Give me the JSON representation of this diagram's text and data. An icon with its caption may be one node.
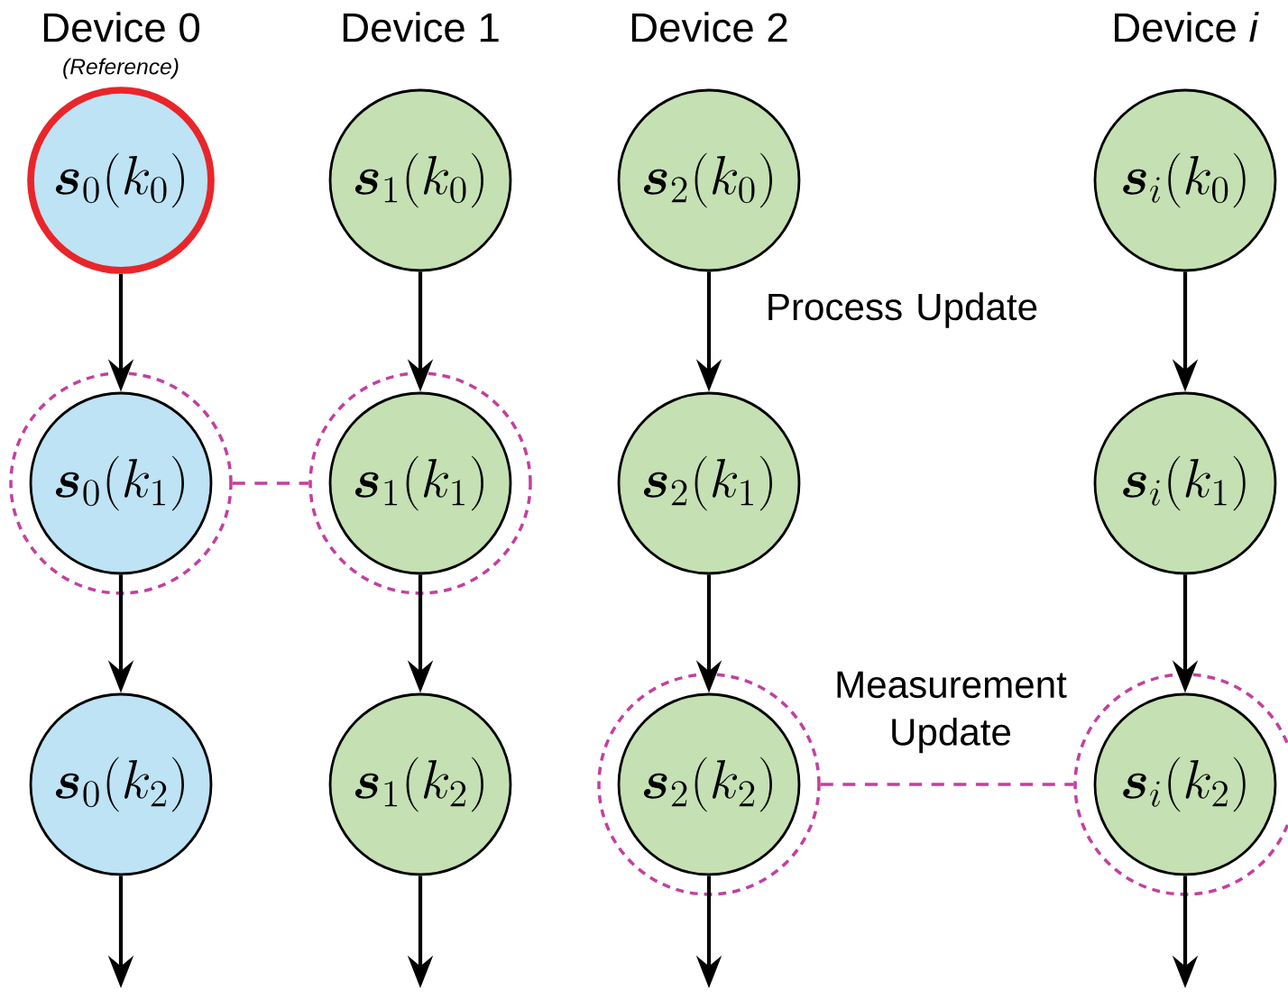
{
  "diagram": {
    "nodes": [
      {
        "text": [
          "\\boldsymbol{s}_0(k_0)"
        ],
        "beside": [
          "(Reference)"
        ]
      },
      {
        "text": [
          "\\boldsymbol{s}_1(k_0)"
        ]
      },
      {
        "text": [
          "\\boldsymbol{s}_2(k_0)"
        ]
      },
      {
        "text": [
          "\\boldsymbol{s}_i(k_0)"
        ]
      },
      {
        "text": [],
        "shape": "circle"
      },
      {
        "text": [
          "\\boldsymbol{s}_0(k_1)"
        ],
        "in": 4
      },
      {
        "text": [],
        "shape": "circle"
      },
      {
        "text": [
          "\\boldsymbol{s}_1(k_1)"
        ],
        "in": 6
      },
      {
        "text": [
          "\\boldsymbol{s}_2(k_1)"
        ]
      },
      {
        "text": [
          "\\boldsymbol{s}_i(k_1)"
        ]
      },
      {
        "text": [
          "\\boldsymbol{s}_0(k_2)"
        ]
      },
      {
        "text": [
          "\\boldsymbol{s}_1(k_2)"
        ]
      },
      {
        "text": [],
        "shape": "circle"
      },
      {
        "text": [
          "\\boldsymbol{s}_2(k_2)"
        ],
        "in": 12
      },
      {
        "text": [],
        "shape": "circle"
      },
      {
        "text": [
          "\\boldsymbol{s}_i(k_2)"
        ],
        "in": 14
      }
    ],
    "edges": [
      {
        "from": 0,
        "to": 5,
        "arrow": "to"
      },
      {
        "from": 5,
        "to": 10,
        "arrow": "to"
      },
      {
        "from": 10,
        "to": null,
        "arrow": "to"
      },
      {
        "from": 1,
        "to": 7,
        "arrow": "to"
      },
      {
        "from": 7,
        "to": 11,
        "arrow": "to"
      },
      {
        "from": 11,
        "to": null,
        "arrow": "to"
      },
      {
        "from": 2,
        "to": 8,
        "arrow": "to",
        "label": "Process Update"
      },
      {
        "from": 8,
        "to": 13,
        "arrow": "to"
      },
      {
        "from": 13,
        "to": null,
        "arrow": "to"
      },
      {
        "from": 3,
        "to": 9,
        "arrow": "to"
      },
      {
        "from": 9,
        "to": 15,
        "arrow": "to"
      },
      {
        "from": 15,
        "to": null,
        "arrow": "to"
      },
      {
        "from": 4,
        "to": 6,
        "arrow": "none",
        "style": "dashed",
        "color": "#c2409f"
      },
      {
        "from": 12,
        "to": 14,
        "arrow": "none",
        "style": "dashed",
        "color": "#c2409f",
        "label": "Measurement Update"
      }
    ],
    "labels": [
      "Device 0",
      "Device 1",
      "Device 2",
      "Device *i*"
    ]
  }
}
